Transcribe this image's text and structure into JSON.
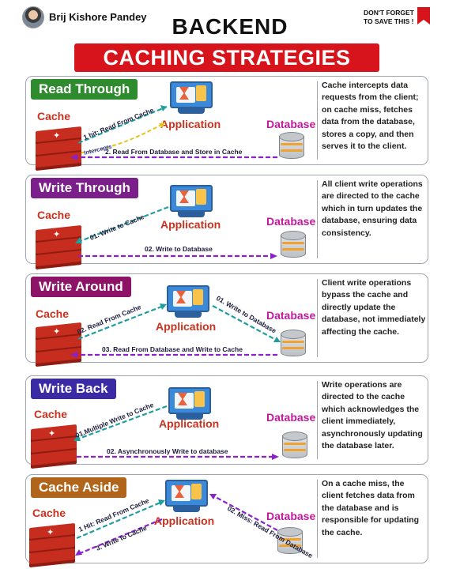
{
  "header": {
    "author": "Brij Kishore Pandey",
    "title_line1": "BACKEND",
    "title_line2": "CACHING STRATEGIES",
    "save_note_line1": "DON'T FORGET",
    "save_note_line2": "TO SAVE THIS !"
  },
  "colors": {
    "title_red": "#d7131c",
    "read_through": "#2e8b2e",
    "write_through": "#7b1f8a",
    "write_around": "#8c1366",
    "write_back": "#3a2aa6",
    "cache_aside": "#b0651a",
    "arrow_teal": "#1e9e9e",
    "arrow_purple": "#8a22c9"
  },
  "labels": {
    "cache": "Cache",
    "application": "Application",
    "database": "Database"
  },
  "sections": [
    {
      "title": "Read Through",
      "description": "Cache intercepts data requests from the client; on cache miss, fetches data from the database, stores a copy, and then serves it to the client.",
      "arrows": [
        "1 hit: Read From Cache",
        "Intercepts",
        "2. Read From Database and Store in Cache"
      ]
    },
    {
      "title": "Write Through",
      "description": "All client write operations are directed to the cache which in turn updates the database, ensuring data consistency.",
      "arrows": [
        "01. Write to Cache",
        "02. Write to Database"
      ]
    },
    {
      "title": "Write Around",
      "description": "Client write operations bypass the cache and directly update the database, not immediately affecting the cache.",
      "arrows": [
        "02. Read From Cache",
        "01. Write to Database",
        "03. Read From Database and Write to Cache"
      ]
    },
    {
      "title": "Write Back",
      "description": "Write operations are directed to the cache which acknowledges the client immediately, asynchronously updating the database later.",
      "arrows": [
        "01.Multiple Write to Cache",
        "02. Asynchronously Write to database"
      ]
    },
    {
      "title": "Cache Aside",
      "description": "On a cache miss, the client fetches data from the database and is responsible for updating the cache.",
      "arrows": [
        "1 Hit: Read From Cache",
        "3. Write to Cache",
        "02. Miss: Read From Database"
      ]
    }
  ]
}
